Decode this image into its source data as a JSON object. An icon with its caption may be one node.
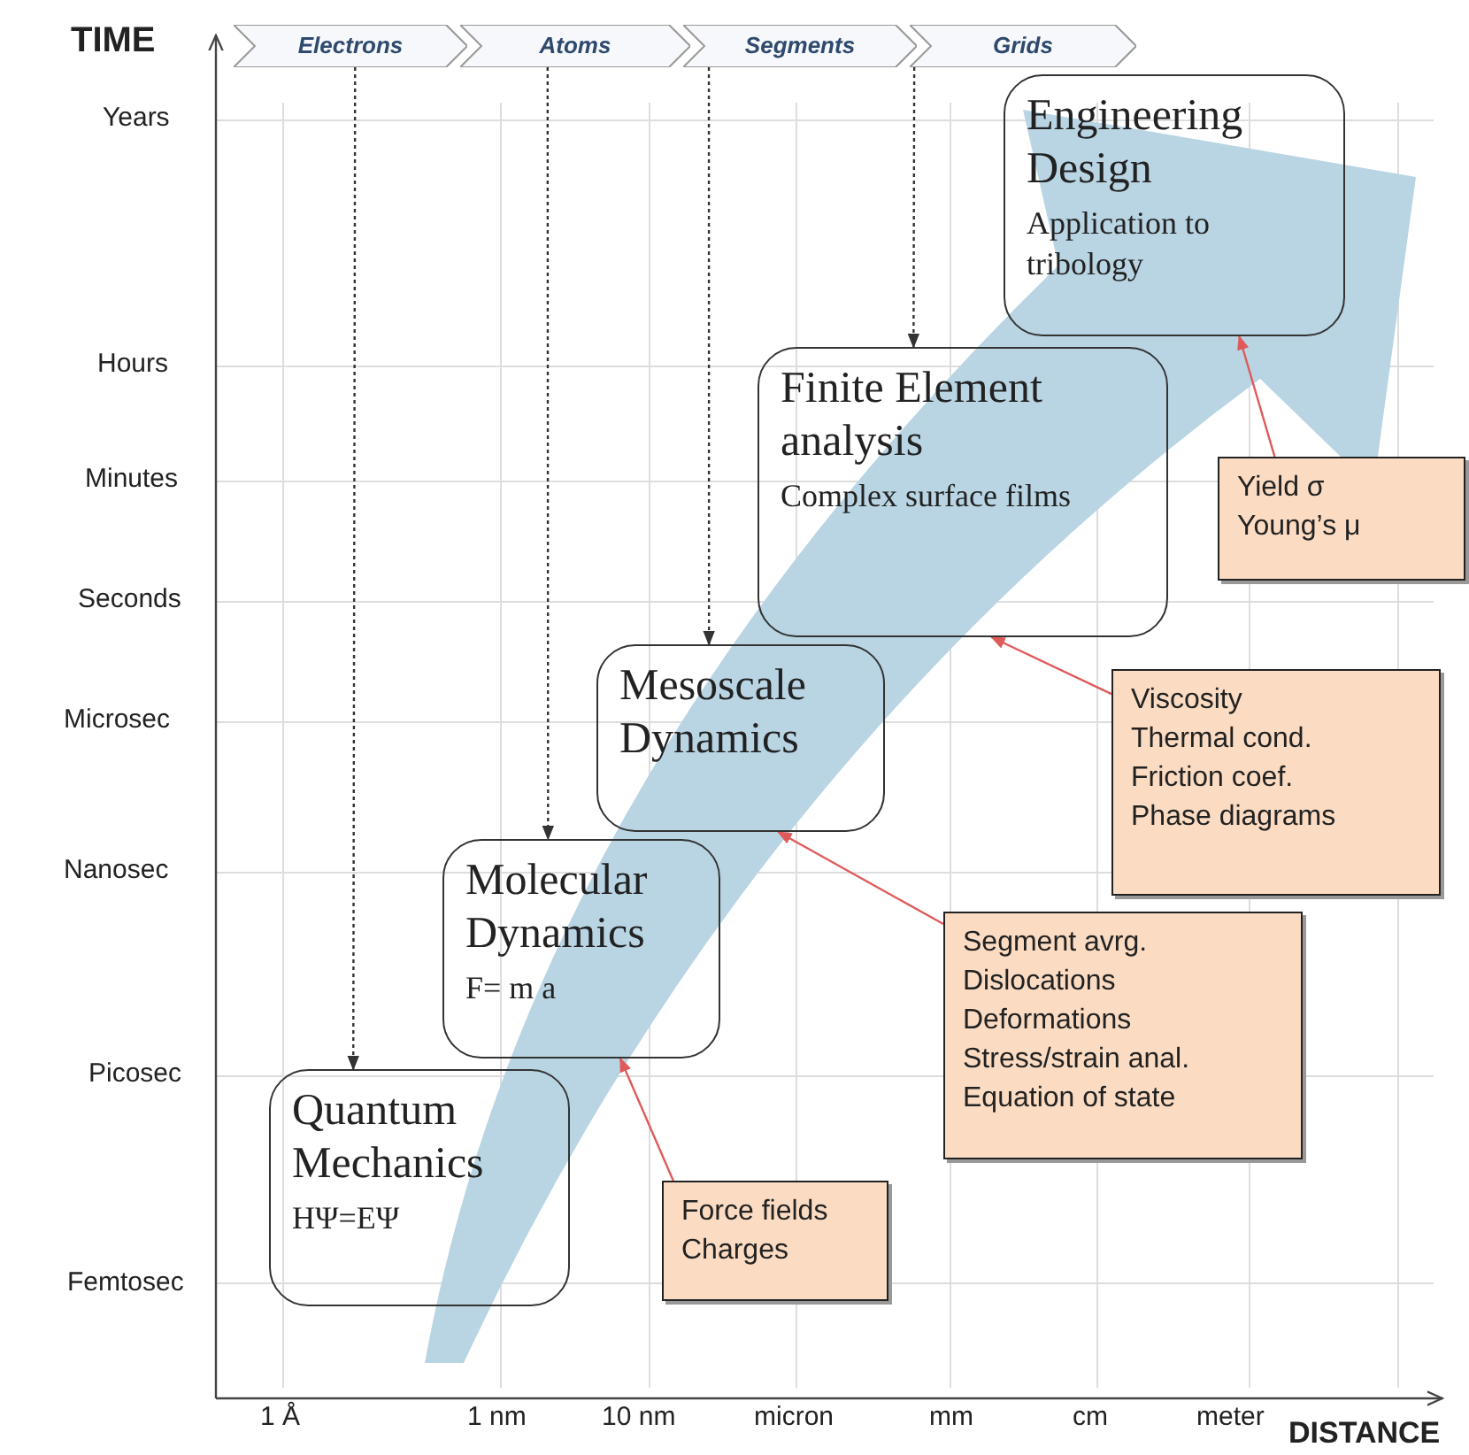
{
  "diagram": {
    "nodes": [
      {
        "text": [
          "Electrons"
        ]
      },
      {
        "text": [
          "Atoms"
        ]
      },
      {
        "text": [
          "Segments"
        ]
      },
      {
        "text": [
          "Grids"
        ]
      },
      {
        "text": [
          "Engineering Design",
          "Application to tribology"
        ]
      },
      {
        "text": [
          "Finite Element analysis",
          "Complex surface films"
        ]
      },
      {
        "text": [
          "Mesoscale Dynamics"
        ]
      },
      {
        "text": [
          "Molecular Dynamics",
          "F= m a"
        ]
      },
      {
        "text": [
          "Quantum Mechanics",
          "HΨ=EΨ"
        ]
      },
      {
        "text": [
          "Yield σ",
          "Young’s μ"
        ]
      },
      {
        "text": [
          "Viscosity",
          "Thermal cond.",
          "Friction coef.",
          "Phase diagrams"
        ]
      },
      {
        "text": [
          "Segment avrg.",
          "Dislocations",
          "Deformations",
          "Stress/strain anal.",
          "Equation of state"
        ]
      },
      {
        "text": [
          "Force fields",
          "Charges"
        ]
      }
    ],
    "edges": [
      {
        "from": 0,
        "to": 8,
        "arrow": "to",
        "style": "dashed"
      },
      {
        "from": 1,
        "to": 7,
        "arrow": "to",
        "style": "dashed"
      },
      {
        "from": 2,
        "to": 6,
        "arrow": "to",
        "style": "dashed"
      },
      {
        "from": 3,
        "to": 5,
        "arrow": "to",
        "style": "dashed"
      },
      {
        "from": 9,
        "to": 4,
        "arrow": "to",
        "color": "#e05a5a"
      },
      {
        "from": 10,
        "to": 5,
        "arrow": "to",
        "color": "#e05a5a"
      },
      {
        "from": 11,
        "to": 6,
        "arrow": "to",
        "color": "#e05a5a"
      },
      {
        "from": 12,
        "to": 7,
        "arrow": "to",
        "color": "#e05a5a"
      }
    ],
    "labels": [
      "TIME",
      "Years",
      "Hours",
      "Minutes",
      "Seconds",
      "Microsec",
      "Nanosec",
      "Picosec",
      "Femtosec",
      "1 Å",
      "1 nm",
      "10 nm",
      "micron",
      "mm",
      "cm",
      "meter",
      "DISTANCE"
    ]
  }
}
